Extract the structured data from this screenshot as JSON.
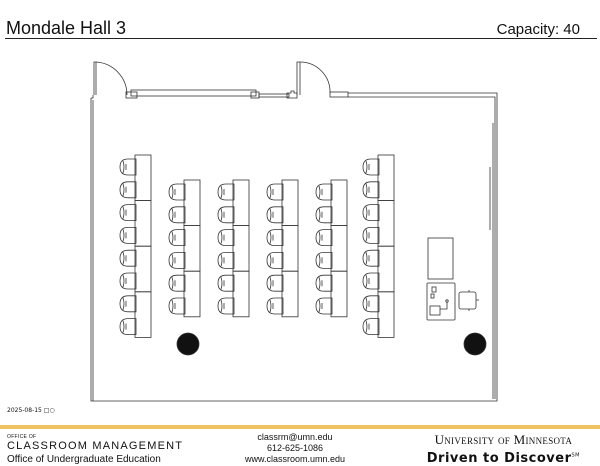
{
  "header": {
    "title": "Mondale Hall 3",
    "capacity": "Capacity: 40"
  },
  "date_stamp": "2025-08-15",
  "seating": {
    "columns": [
      8,
      6,
      6,
      6,
      6,
      8
    ],
    "total_seats": 40
  },
  "footer": {
    "office_of": "OFFICE OF",
    "office_name": "CLASSROOM MANAGEMENT",
    "department": "Office of Undergraduate Education",
    "email": "classrm@umn.edu",
    "phone": "612-625-1086",
    "website": "www.classroom.umn.edu",
    "university": "University of Minnesota",
    "tagline": "Driven to Discover",
    "tagline_mark": "SM"
  },
  "colors": {
    "accent": "#f1c261",
    "line": "#333333"
  }
}
